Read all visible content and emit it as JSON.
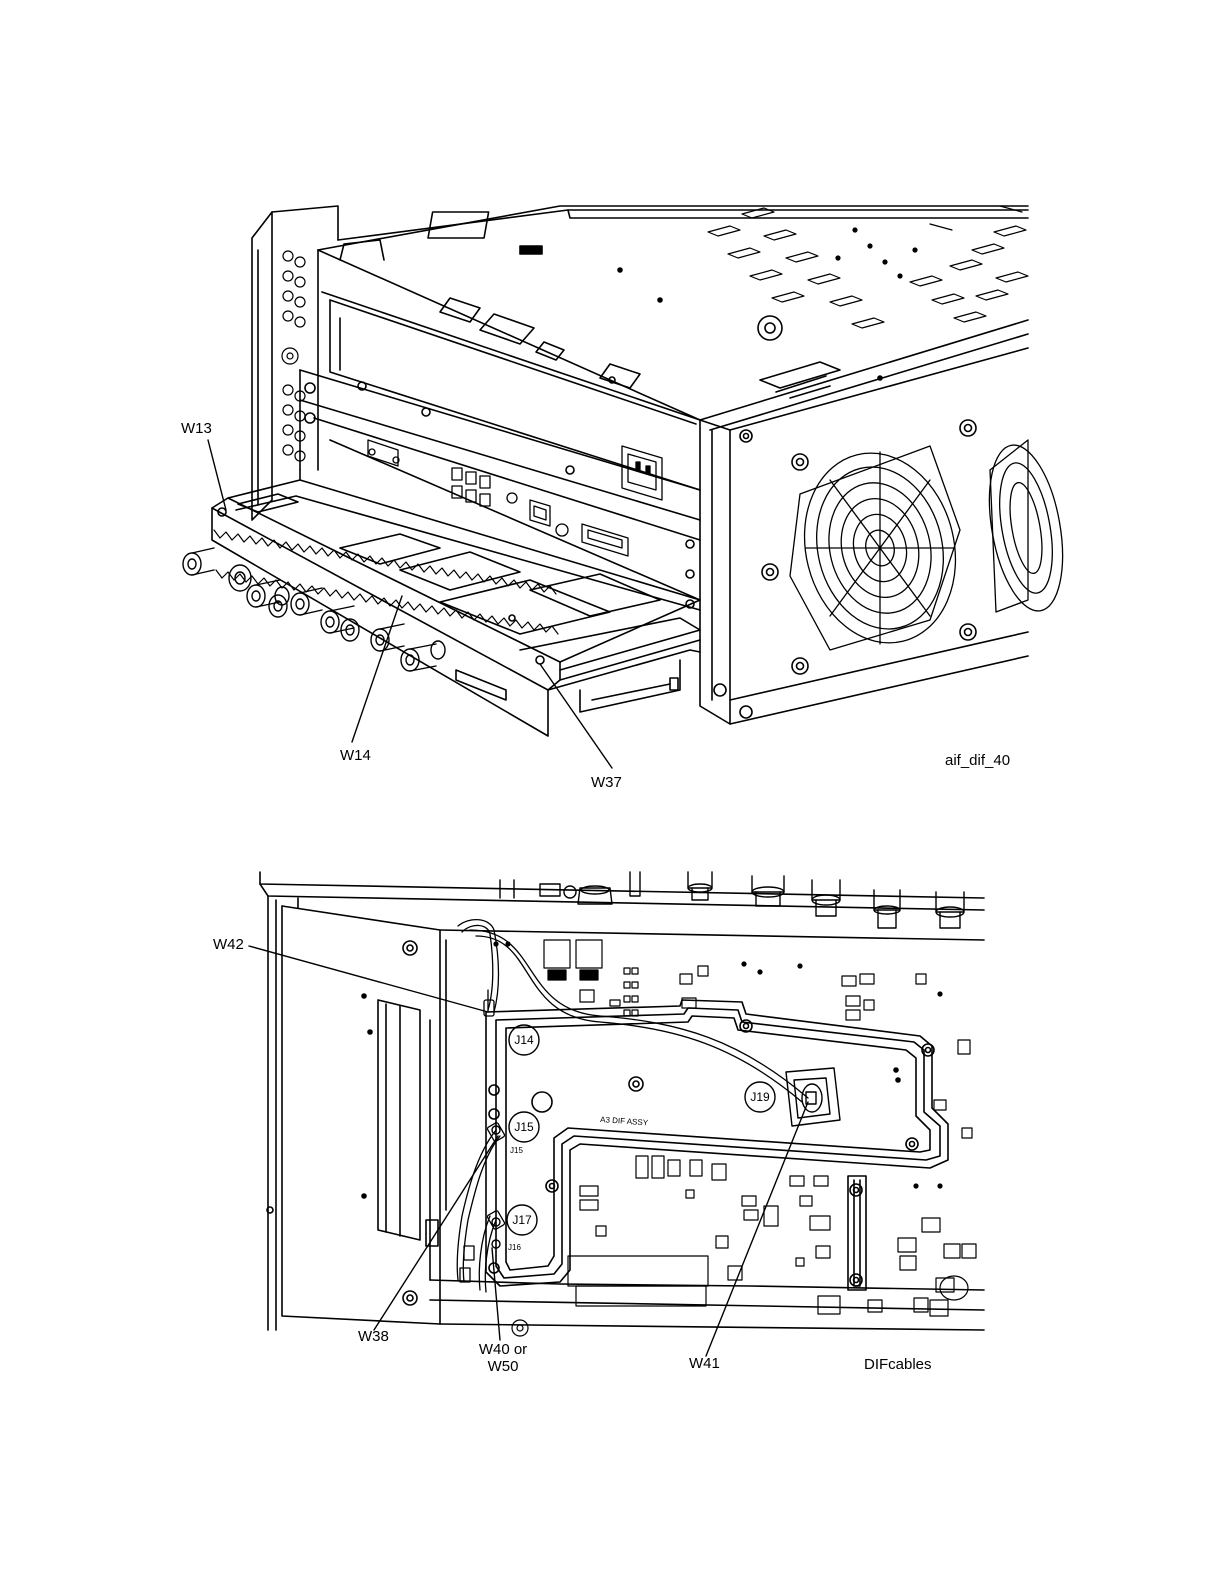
{
  "figure1": {
    "callouts": {
      "w13": "W13",
      "w14": "W14",
      "w37": "W37"
    },
    "figure_id": "aif_dif_40"
  },
  "figure2": {
    "callouts": {
      "w42": "W42",
      "w38": "W38",
      "w40_line1": "W40 or",
      "w40_line2": "W50",
      "w41": "W41"
    },
    "connectors": {
      "j14": "J14",
      "j15": "J15",
      "j17": "J17",
      "j19": "J19"
    },
    "board_label": "A3 DIF ASSY",
    "silk_j15": "J15",
    "silk_j17": "J16",
    "figure_id": "DIFcables"
  }
}
